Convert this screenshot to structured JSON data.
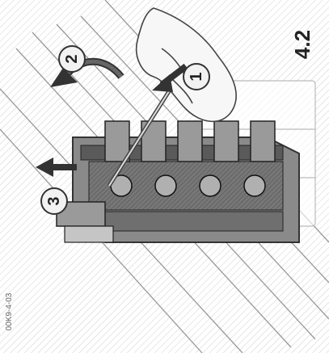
{
  "figure": {
    "number": "4.2",
    "drawing_code": "00K9-4-03",
    "callouts": [
      {
        "label": "1"
      },
      {
        "label": "2"
      },
      {
        "label": "3"
      }
    ],
    "icons": [
      "screwdriver-icon",
      "hand-icon",
      "rotate-arrow-icon",
      "push-arrow-icon",
      "pull-arrow-icon"
    ]
  }
}
